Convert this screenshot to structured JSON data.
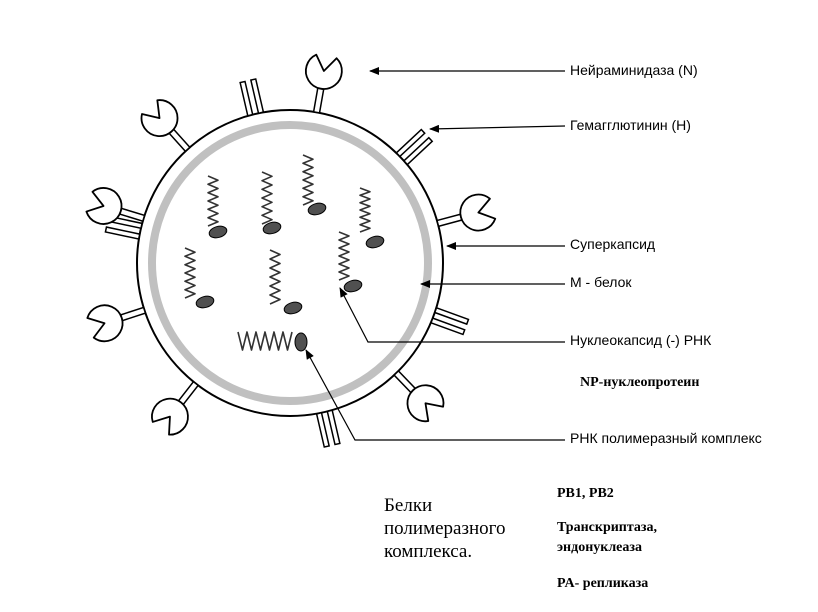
{
  "labels": {
    "neuraminidase": "Нейраминидаза (N)",
    "hemagglutinin": "Гемагглютинин (H)",
    "supercapsid": "Суперкапсид",
    "m_protein": "М - белок",
    "nucleocapsid": "Нуклеокапсид  (-) РНК",
    "np": "NP-нуклеопротеин",
    "polymerase_complex": "РНК полимеразный комплекс"
  },
  "proteins": {
    "heading_lines": [
      "Белки",
      "полимеразного",
      "комплекса."
    ],
    "pb": "PB1, PB2",
    "transcriptase_line1": "Транскриптаза,",
    "transcriptase_line2": "эндонуклеаза",
    "pa": "PA- репликаза"
  },
  "colors": {
    "line": "#000000",
    "m_protein": "#c0c0c0",
    "np_dot": "#505050",
    "rna": "#333333"
  }
}
